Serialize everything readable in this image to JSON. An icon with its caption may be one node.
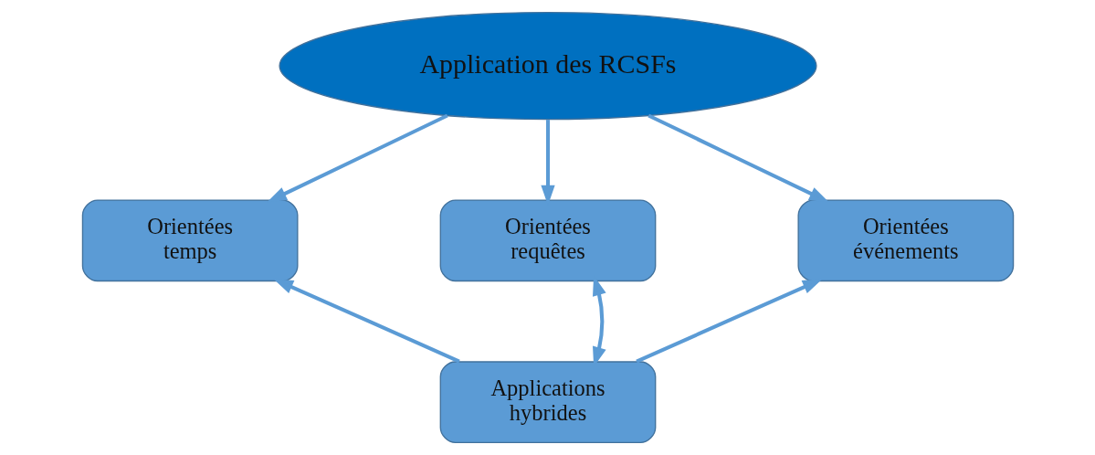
{
  "diagram": {
    "nodes": [
      {
        "text": [
          "Application des RCSFs"
        ]
      },
      {
        "text": [
          "Orientées temps"
        ]
      },
      {
        "text": [
          "Orientées requêtes"
        ]
      },
      {
        "text": [
          "Orientées événements"
        ]
      },
      {
        "text": [
          "Applications hybrides"
        ]
      }
    ],
    "edges": [
      {
        "from": 0,
        "to": 1,
        "arrow": "to"
      },
      {
        "from": 0,
        "to": 2,
        "arrow": "to"
      },
      {
        "from": 0,
        "to": 3,
        "arrow": "to"
      },
      {
        "from": 4,
        "to": 1,
        "arrow": "to"
      },
      {
        "from": 4,
        "to": 2,
        "arrow": "both"
      },
      {
        "from": 4,
        "to": 3,
        "arrow": "to"
      }
    ]
  }
}
